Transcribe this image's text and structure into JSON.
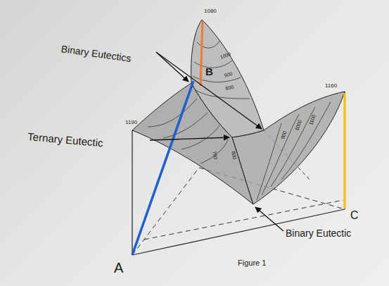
{
  "diagram": {
    "caption": "Figure 1",
    "labels": [
      "1080",
      "Binary Eutectics",
      "B",
      "1000",
      "900",
      "800",
      "1160",
      "1190",
      "Ternary Eutectic",
      "700",
      "800",
      "900",
      "1000",
      "1100",
      "C",
      "A",
      "Binary Eutectic"
    ]
  }
}
